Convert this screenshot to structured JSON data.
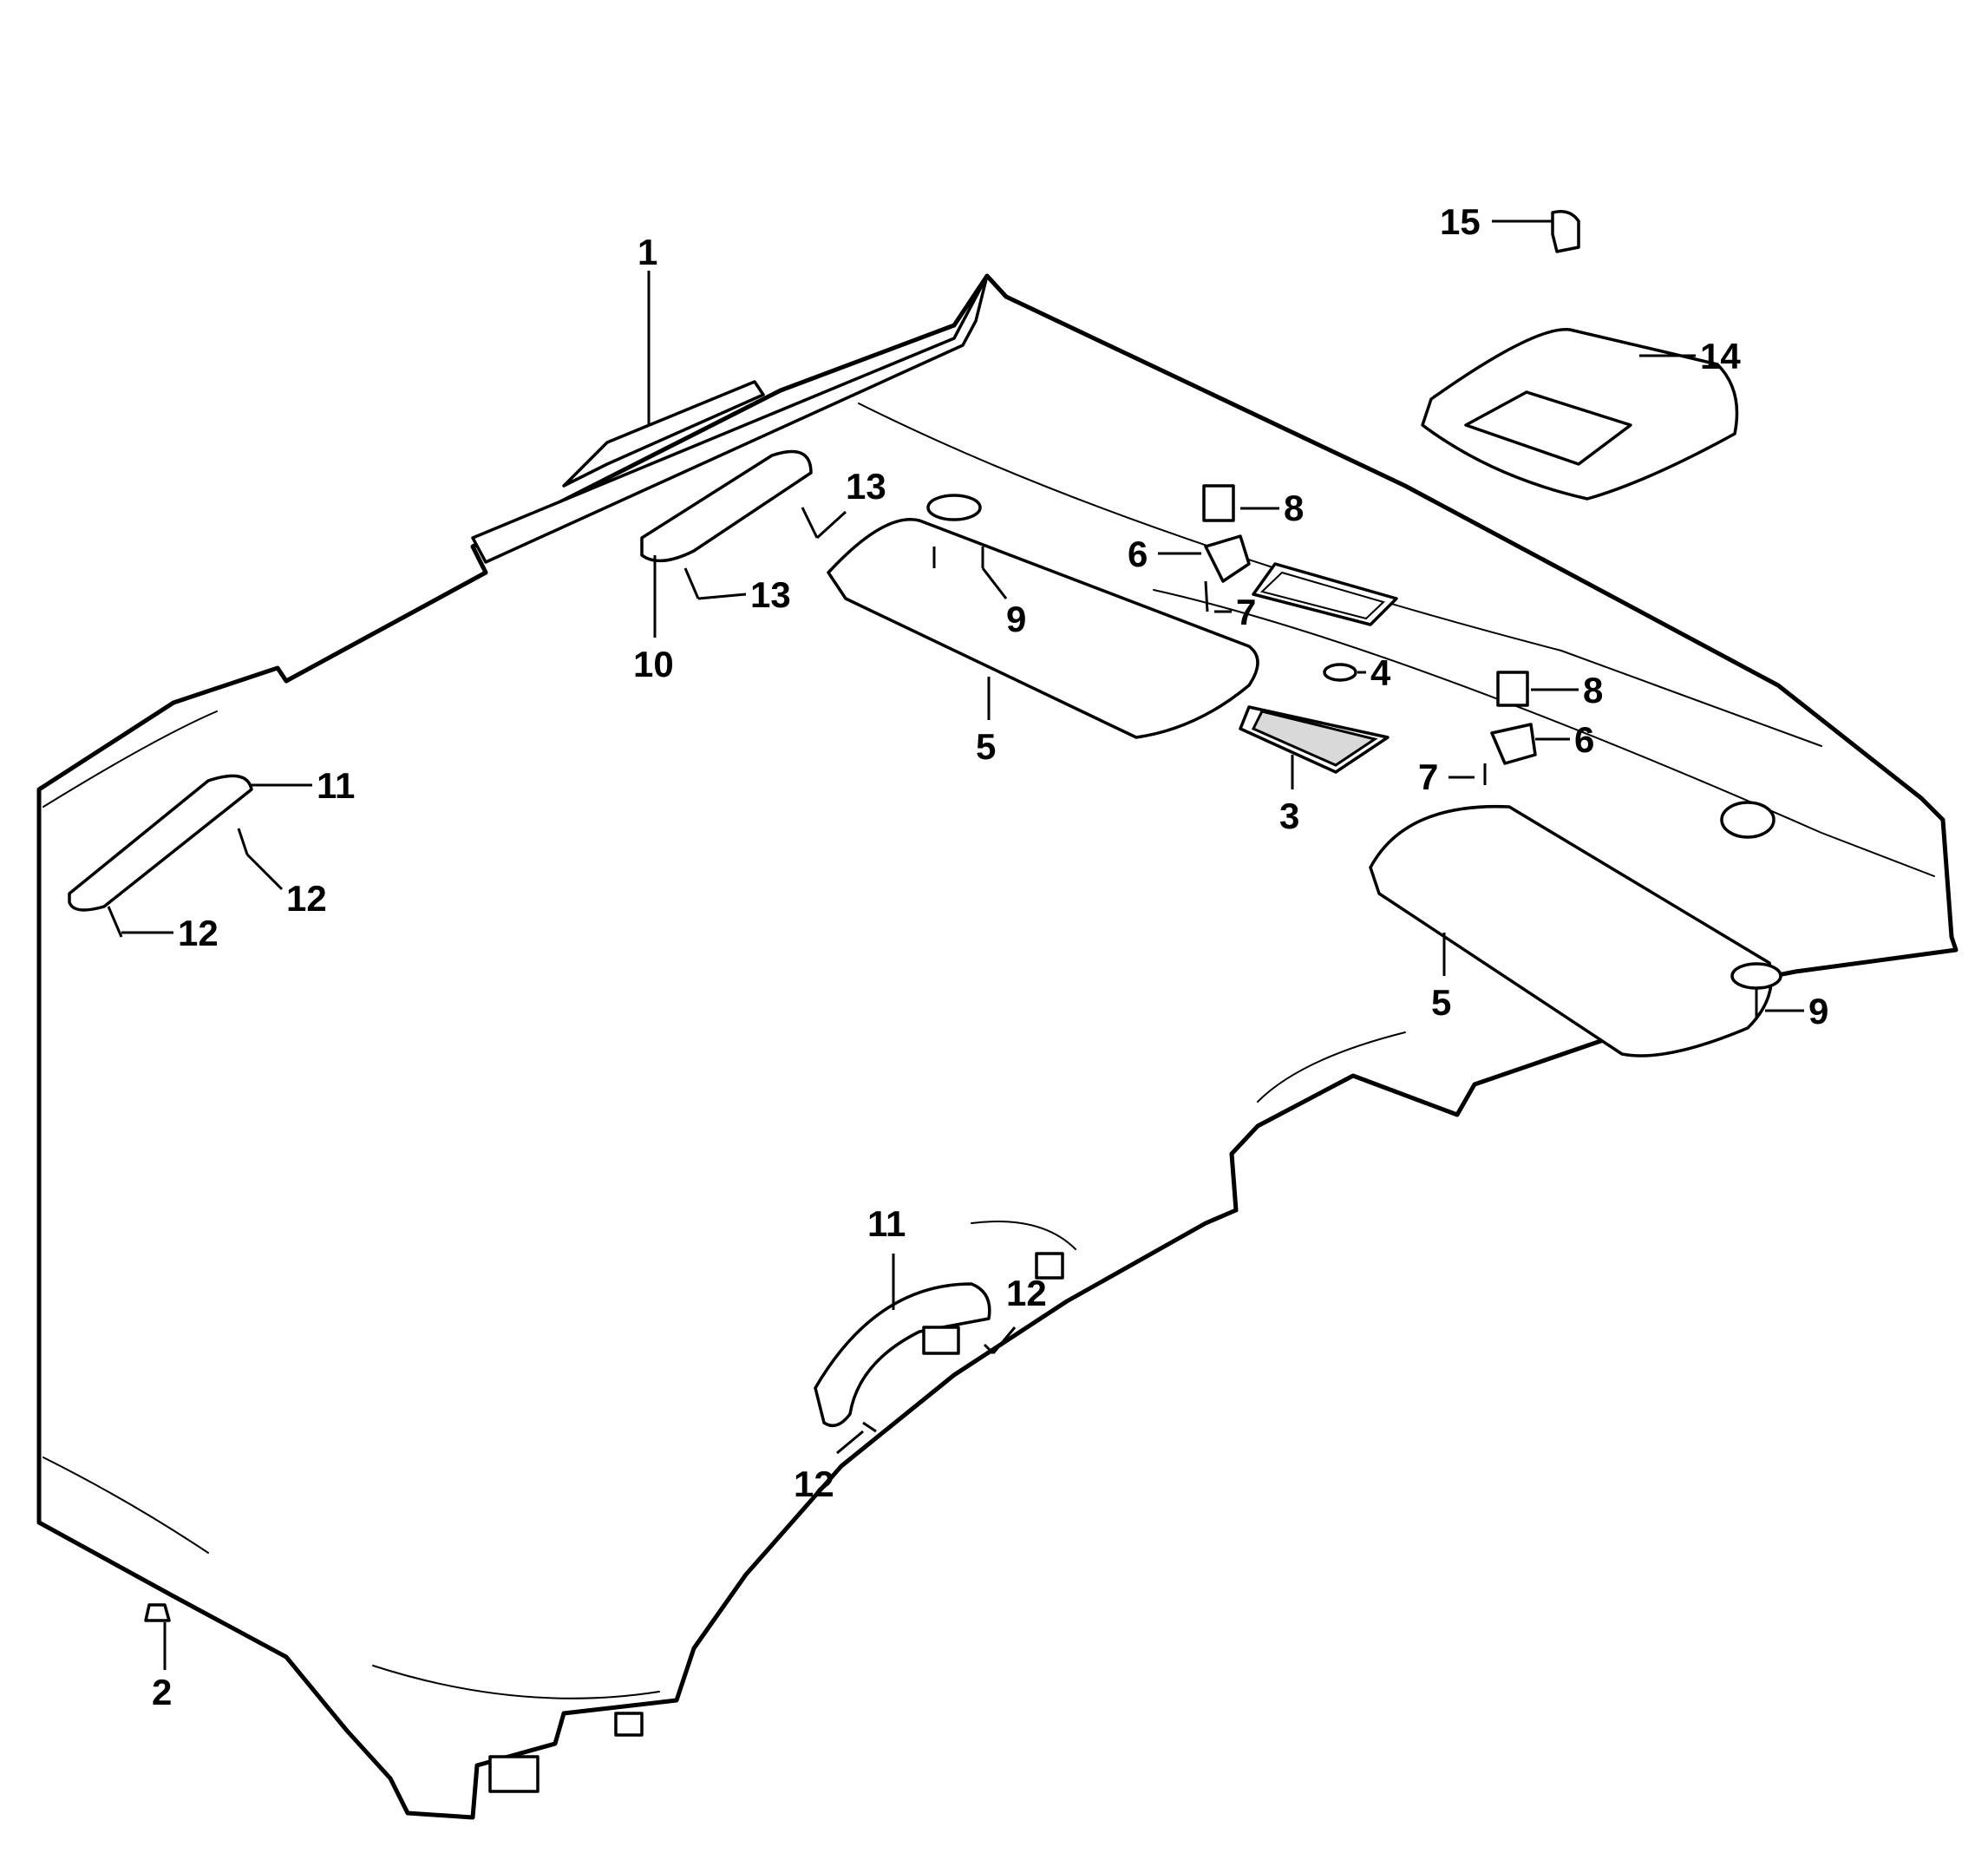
{
  "diagram": {
    "callouts": [
      {
        "id": "c1",
        "label": "1"
      },
      {
        "id": "c2",
        "label": "2"
      },
      {
        "id": "c3",
        "label": "3"
      },
      {
        "id": "c4",
        "label": "4"
      },
      {
        "id": "c5a",
        "label": "5"
      },
      {
        "id": "c5b",
        "label": "5"
      },
      {
        "id": "c6a",
        "label": "6"
      },
      {
        "id": "c6b",
        "label": "6"
      },
      {
        "id": "c7a",
        "label": "7"
      },
      {
        "id": "c7b",
        "label": "7"
      },
      {
        "id": "c8a",
        "label": "8"
      },
      {
        "id": "c8b",
        "label": "8"
      },
      {
        "id": "c9a",
        "label": "9"
      },
      {
        "id": "c9b",
        "label": "9"
      },
      {
        "id": "c10",
        "label": "10"
      },
      {
        "id": "c11a",
        "label": "11"
      },
      {
        "id": "c11b",
        "label": "11"
      },
      {
        "id": "c12a",
        "label": "12"
      },
      {
        "id": "c12b",
        "label": "12"
      },
      {
        "id": "c12c",
        "label": "12"
      },
      {
        "id": "c12d",
        "label": "12"
      },
      {
        "id": "c13a",
        "label": "13"
      },
      {
        "id": "c13b",
        "label": "13"
      },
      {
        "id": "c14",
        "label": "14"
      },
      {
        "id": "c15",
        "label": "15"
      }
    ]
  }
}
